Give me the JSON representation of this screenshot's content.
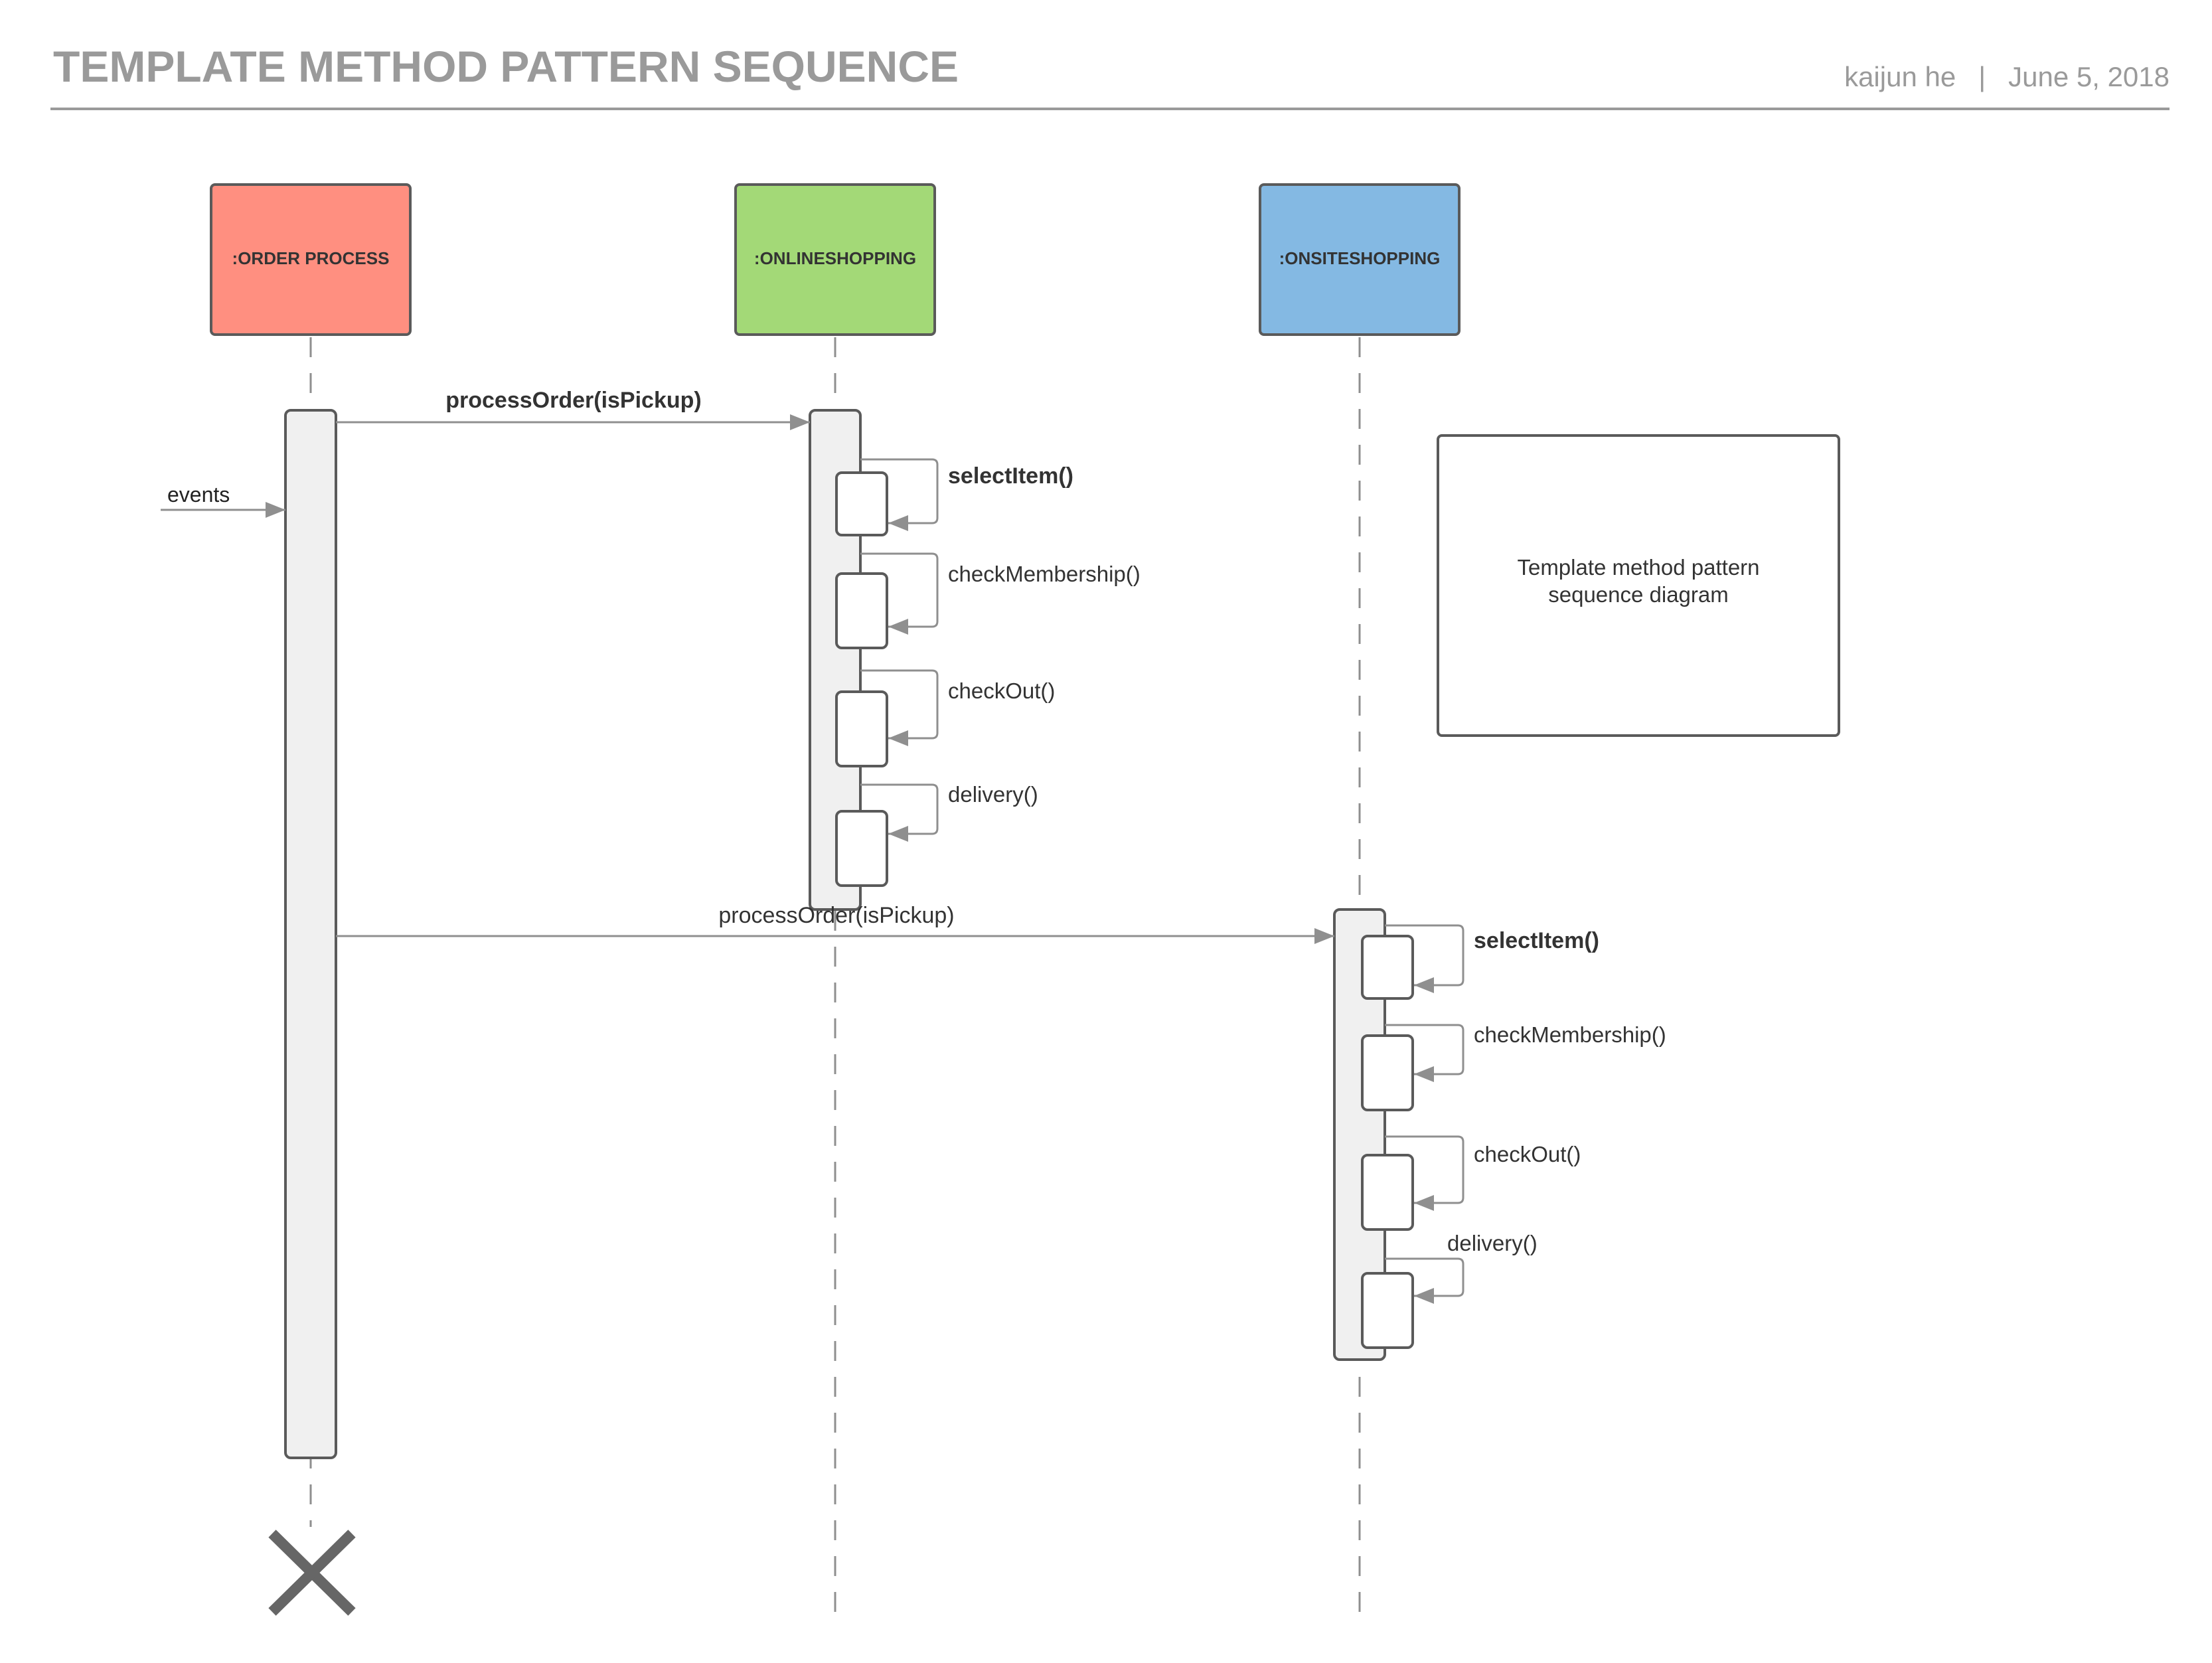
{
  "header": {
    "title": "TEMPLATE METHOD PATTERN SEQUENCE",
    "author": "kaijun he",
    "separator": "|",
    "date": "June 5, 2018"
  },
  "lifelines": [
    {
      "name": ":ORDER PROCESS",
      "color": "#ff8f80"
    },
    {
      "name": ":ONLINESHOPPING",
      "color": "#a3d977"
    },
    {
      "name": ":ONSITESHOPPING",
      "color": "#84b9e3"
    }
  ],
  "messages": {
    "process_order_online": "processOrder(isPickup)",
    "process_order_onsite": "processOrder(isPickup)",
    "events": "events"
  },
  "online_calls": [
    "selectItem()",
    "checkMembership()",
    "checkOut()",
    "delivery()"
  ],
  "onsite_calls": [
    "selectItem()",
    "checkMembership()",
    "checkOut()",
    "delivery()"
  ],
  "note": {
    "line1": "Template method pattern",
    "line2": "sequence diagram"
  },
  "colors": {
    "stroke": "#5a5a5a",
    "activation_fill": "#f0f0f0",
    "arrow": "#8f8f8f",
    "header_text": "#9a9a9a"
  },
  "icons": {
    "destroy": "x-mark-icon"
  }
}
